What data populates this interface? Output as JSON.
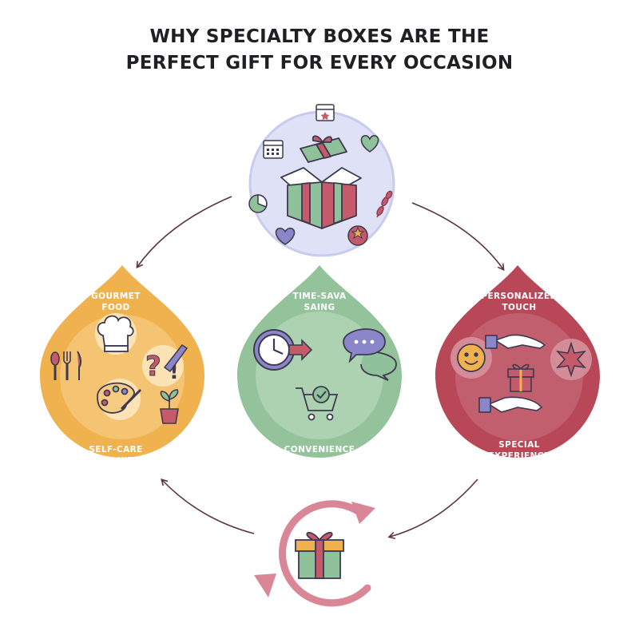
{
  "title": {
    "line1": "WHY SPECIALTY BOXES ARE THE",
    "line2": "PERFECT GIFT FOR EVERY OCCASION"
  },
  "left": {
    "top_line1": "GOURMET",
    "top_line2": "FOOD",
    "bottom_line1": "SELF-CARE",
    "bottom_line2": "KITS KITS",
    "color": "#f0b24e"
  },
  "middle": {
    "top_line1": "TIME-SAVA",
    "top_line2": "SAING",
    "bottom": "CONVENIENCE",
    "color": "#93c29b"
  },
  "right": {
    "top_line1": "PERSONALIZED",
    "top_line2": "TOUCH",
    "bottom_line1": "SPECIAL",
    "bottom_line2": "EXPERIENCE",
    "color": "#b84758"
  },
  "top_circle": {
    "color": "#dfe1f6"
  },
  "bottom_cycle": {
    "color": "#d98797"
  },
  "icons": [
    "calendar-icon",
    "gift-box-icon",
    "heart-icon",
    "leaf-icon",
    "pie-chart-icon",
    "chef-hat-icon",
    "cutlery-icon",
    "question-icon",
    "paint-palette-icon",
    "potted-plant-icon",
    "clock-icon",
    "chat-icon",
    "shopping-cart-icon",
    "smiley-icon",
    "hand-icon",
    "star-icon",
    "gift-icon",
    "refresh-arrows-icon"
  ]
}
